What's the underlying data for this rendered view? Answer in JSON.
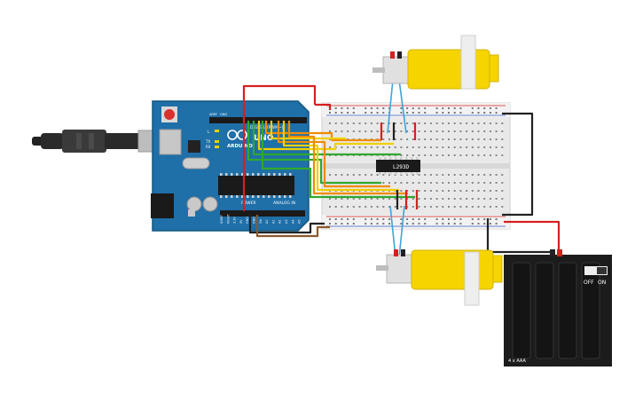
{
  "board": {
    "brand": "ARDUINO",
    "model": "UNO",
    "digital_label": "DIGITAL (PWM~)",
    "power_label": "POWER",
    "analog_label": "ANALOG IN",
    "aref_label": "AREF",
    "gnd_label": "GND",
    "led_tx": "TX",
    "led_rx": "RX",
    "led_l": "L",
    "pins_power": [
      "IOREF",
      "RESET",
      "3.3V",
      "5V",
      "GND",
      "GND",
      "Vin"
    ],
    "pins_analog": [
      "A0",
      "A1",
      "A2",
      "A3",
      "A4",
      "A5"
    ]
  },
  "driver_chip": {
    "label": "L293D"
  },
  "battery": {
    "label": "4 x AAA",
    "switch_off": "OFF",
    "switch_on": "ON"
  },
  "colors": {
    "board": "#1f6fa8",
    "breadboard": "#e9e9e9",
    "motor_body": "#f5d400",
    "wire_red": "#d62020",
    "wire_black": "#222222",
    "wire_orange": "#f08c00",
    "wire_yellow": "#f0d000",
    "wire_green": "#2fa82f",
    "wire_brown": "#8a5a2b",
    "wire_blue": "#3ea4d8",
    "battery": "#1c1c1c"
  }
}
